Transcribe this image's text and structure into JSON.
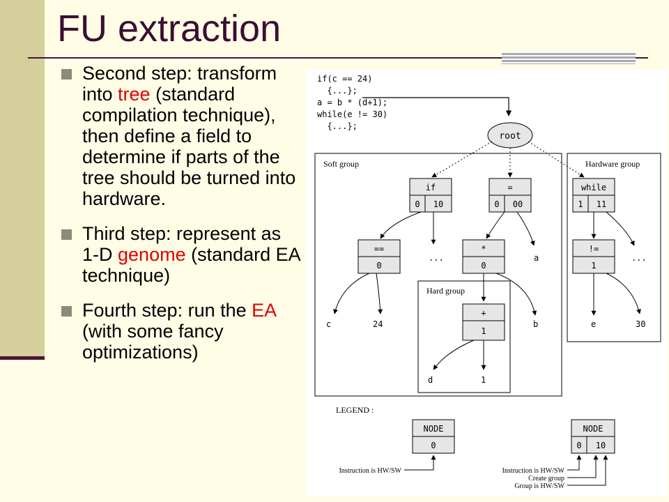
{
  "slide": {
    "title": "FU extraction",
    "accent_color": "#e00000",
    "bullets": [
      {
        "pre": "Second step: transform into ",
        "hl": "tree",
        "post": " (standard compilation technique), then define a field to determine if parts of the tree should be turned into hardware."
      },
      {
        "pre": "Third step: represent as 1-D ",
        "hl": "genome",
        "post": " (standard EA technique)"
      },
      {
        "pre": "Fourth step: run the ",
        "hl": "EA",
        "post": " (with some fancy optimizations)"
      }
    ]
  },
  "diagram": {
    "code_lines": [
      "if(c == 24)",
      "  {...};",
      "a = b * (d+1);",
      "while(e != 30)",
      "  {...};"
    ],
    "root": "root",
    "groups": {
      "soft": "Soft group",
      "hardware": "Hardware group",
      "hard": "Hard group"
    },
    "nodes": {
      "if": {
        "name": "if",
        "f1": "0",
        "f2": "10"
      },
      "eq": {
        "name": "=",
        "f1": "0",
        "f2": "00"
      },
      "while": {
        "name": "while",
        "f1": "1",
        "f2": "11"
      },
      "eqeq": {
        "name": "==",
        "f1": "0"
      },
      "mul": {
        "name": "*",
        "f1": "0"
      },
      "neq": {
        "name": "!=",
        "f1": "1"
      },
      "plus": {
        "name": "+",
        "f1": "1"
      }
    },
    "leaves": {
      "if_dots": "...",
      "a": "a",
      "while_dots": "...",
      "c": "c",
      "n24": "24",
      "b": "b",
      "e": "e",
      "n30": "30",
      "d": "d",
      "n1": "1"
    },
    "legend": {
      "title": "LEGEND :",
      "node1": {
        "name": "NODE",
        "f1": "0"
      },
      "node2": {
        "name": "NODE",
        "f1": "0",
        "f2": "10"
      },
      "label1": "Instruction is HW/SW",
      "label2": "Instruction is HW/SW",
      "label3": "Create group",
      "label4": "Group is HW/SW"
    }
  }
}
